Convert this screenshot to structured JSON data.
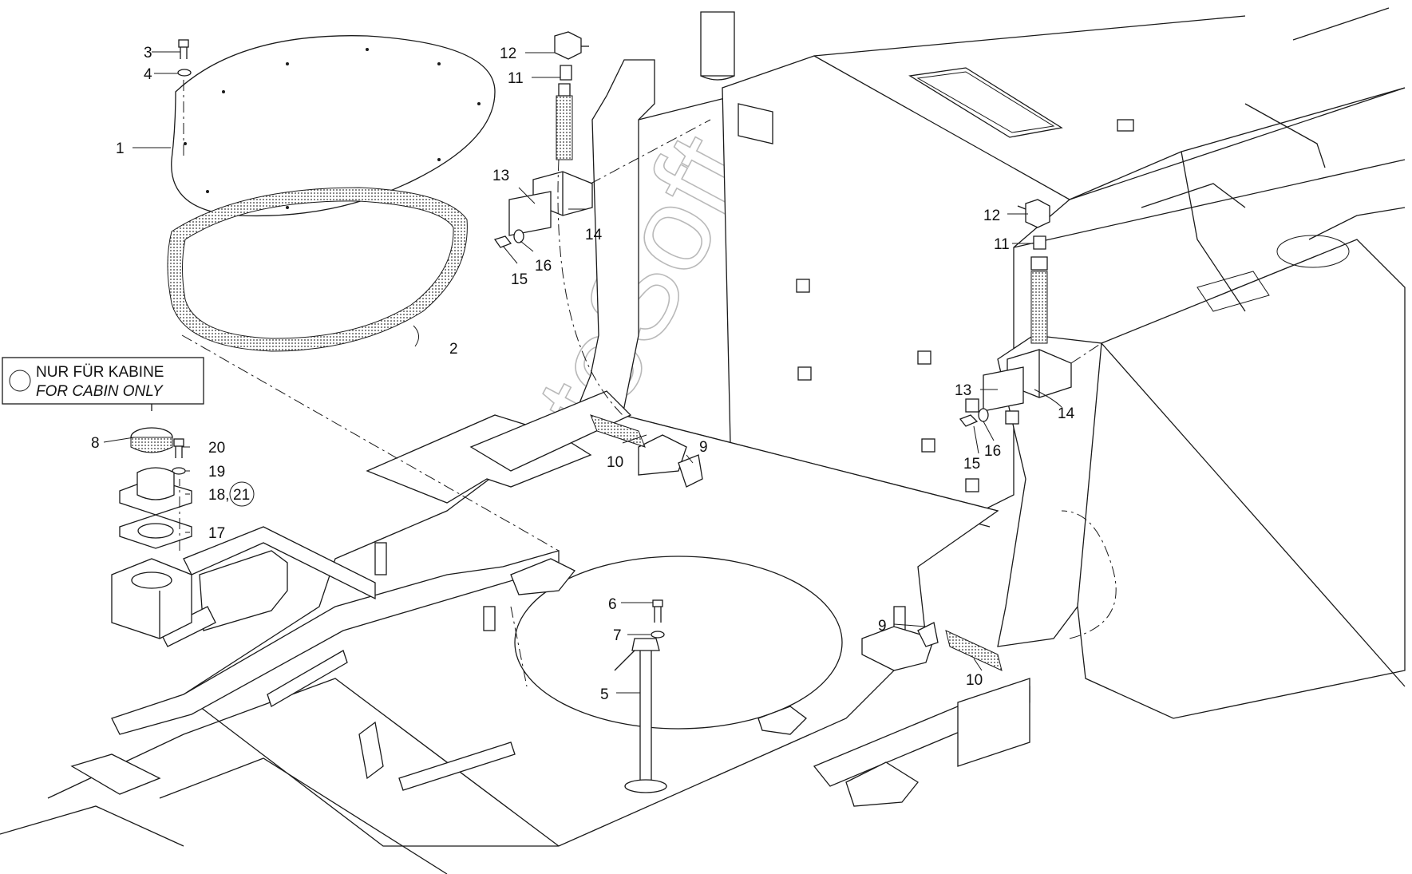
{
  "note": {
    "line1": "NUR FÜR KABINE",
    "line2": "FOR CABIN ONLY"
  },
  "callouts": {
    "c1": "1",
    "c2": "2",
    "c3": "3",
    "c4": "4",
    "c5": "5",
    "c6": "6",
    "c7": "7",
    "c8": "8",
    "c9a": "9",
    "c9b": "9",
    "c10a": "10",
    "c10b": "10",
    "c11a": "11",
    "c11b": "11",
    "c12a": "12",
    "c12b": "12",
    "c13a": "13",
    "c13b": "13",
    "c14a": "14",
    "c14b": "14",
    "c15a": "15",
    "c15b": "15",
    "c16a": "16",
    "c16b": "16",
    "c17": "17",
    "c18": "18,",
    "c19": "19",
    "c20": "20",
    "c21": "21"
  },
  "watermark": "autoSoft",
  "colors": {
    "ink": "#1a1a1a",
    "watermark": "#b9b9b9",
    "background": "#ffffff"
  }
}
